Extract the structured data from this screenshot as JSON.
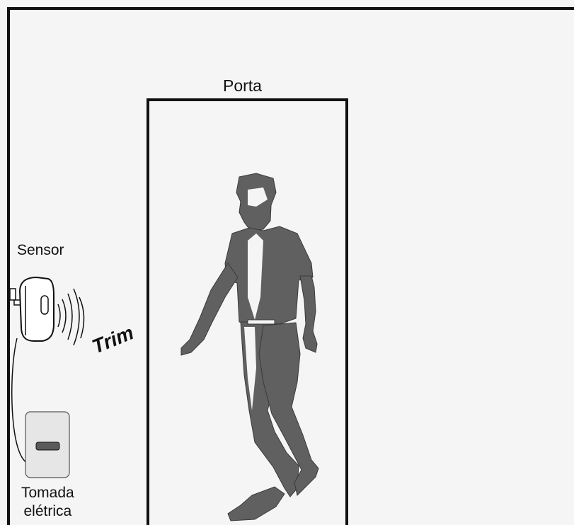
{
  "labels": {
    "door": "Porta",
    "sensor": "Sensor",
    "brand": "Trim",
    "outlet_line1": "Tomada",
    "outlet_line2": "elétrica"
  },
  "colors": {
    "background": "#f5f5f5",
    "frame": "#111111",
    "figure": "#606060",
    "outlet_plate": "#e6e6e6",
    "outlet_slot": "#5a5a5a"
  },
  "icons": [
    "motion-sensor-icon",
    "signal-waves-icon",
    "power-outlet-icon",
    "walking-person-icon"
  ]
}
